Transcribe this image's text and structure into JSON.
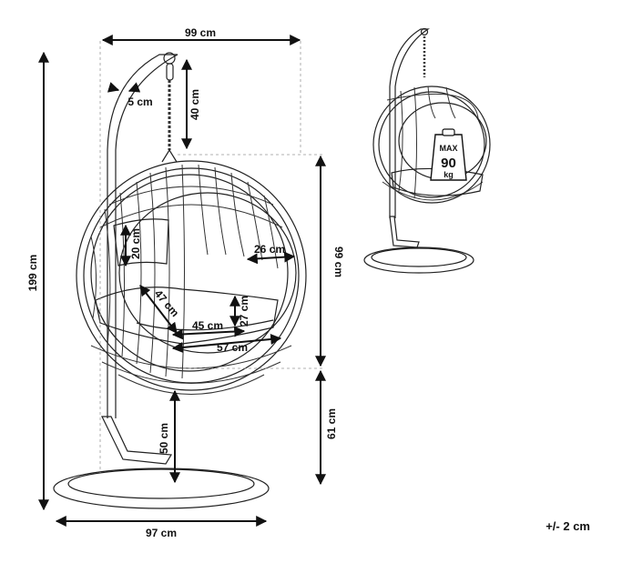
{
  "dimensions": {
    "width_top": "99 cm",
    "stand_thickness": "5 cm",
    "chain_length": "40 cm",
    "total_height": "199 cm",
    "pillow_height": "20 cm",
    "opening_depth": "26 cm",
    "basket_height": "99 cm",
    "seat_diagonal": "47 cm",
    "cushion_height": "27 cm",
    "seat_depth": "45 cm",
    "seat_width": "57 cm",
    "seat_clearance": "50 cm",
    "ground_clearance": "61 cm",
    "base_width": "97 cm"
  },
  "weight_badge": {
    "line1": "MAX",
    "line2": "90",
    "line3": "kg"
  },
  "tolerance": "+/- 2 cm"
}
